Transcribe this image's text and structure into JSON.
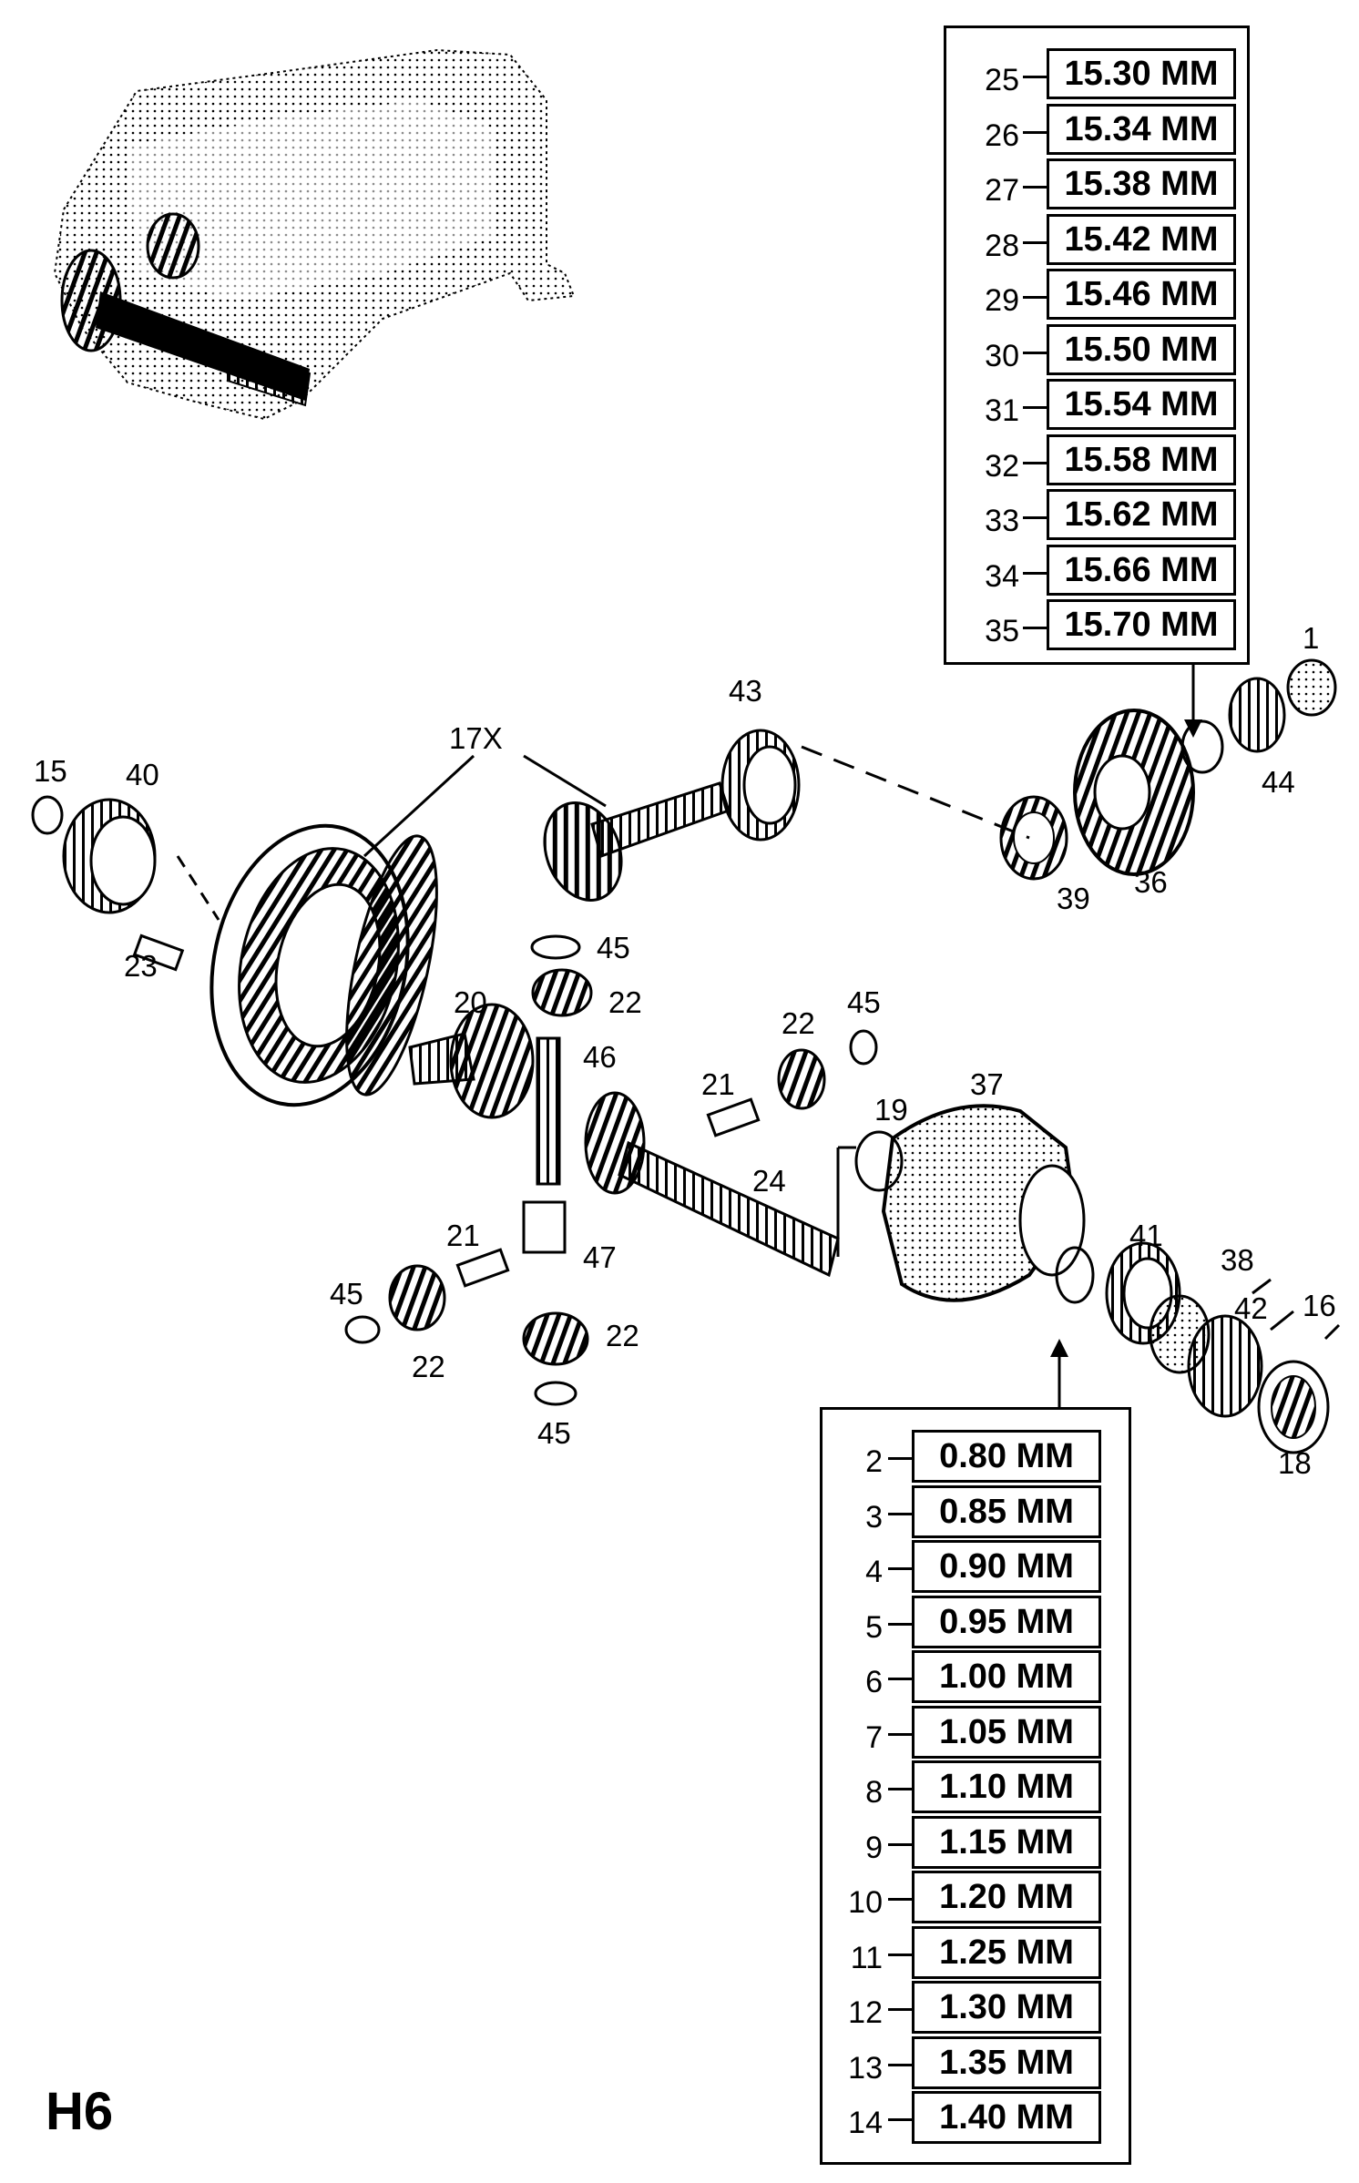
{
  "sheet_label": "H6",
  "upper_table": [
    {
      "num": "25",
      "val": "15.30 MM"
    },
    {
      "num": "26",
      "val": "15.34 MM"
    },
    {
      "num": "27",
      "val": "15.38 MM"
    },
    {
      "num": "28",
      "val": "15.42 MM"
    },
    {
      "num": "29",
      "val": "15.46 MM"
    },
    {
      "num": "30",
      "val": "15.50 MM"
    },
    {
      "num": "31",
      "val": "15.54 MM"
    },
    {
      "num": "32",
      "val": "15.58 MM"
    },
    {
      "num": "33",
      "val": "15.62 MM"
    },
    {
      "num": "34",
      "val": "15.66 MM"
    },
    {
      "num": "35",
      "val": "15.70 MM"
    }
  ],
  "lower_table": [
    {
      "num": "2",
      "val": "0.80 MM"
    },
    {
      "num": "3",
      "val": "0.85 MM"
    },
    {
      "num": "4",
      "val": "0.90 MM"
    },
    {
      "num": "5",
      "val": "0.95 MM"
    },
    {
      "num": "6",
      "val": "1.00 MM"
    },
    {
      "num": "7",
      "val": "1.05 MM"
    },
    {
      "num": "8",
      "val": "1.10 MM"
    },
    {
      "num": "9",
      "val": "1.15 MM"
    },
    {
      "num": "10",
      "val": "1.20 MM"
    },
    {
      "num": "11",
      "val": "1.25 MM"
    },
    {
      "num": "12",
      "val": "1.30 MM"
    },
    {
      "num": "13",
      "val": "1.35 MM"
    },
    {
      "num": "14",
      "val": "1.40 MM"
    }
  ],
  "callouts": {
    "c1": "1",
    "c15": "15",
    "c40": "40",
    "c17x": "17X",
    "c43": "43",
    "c44": "44",
    "c36": "36",
    "c39": "39",
    "c45a": "45",
    "c22a": "22",
    "c23": "23",
    "c20": "20",
    "c46": "46",
    "c22b": "22",
    "c45b": "45",
    "c21a": "21",
    "c19": "19",
    "c37": "37",
    "c24": "24",
    "c21b": "21",
    "c47": "47",
    "c41": "41",
    "c38": "38",
    "c42": "42",
    "c16": "16",
    "c45c": "45",
    "c22c": "22",
    "c22d": "22",
    "c45d": "45",
    "c18": "18"
  }
}
